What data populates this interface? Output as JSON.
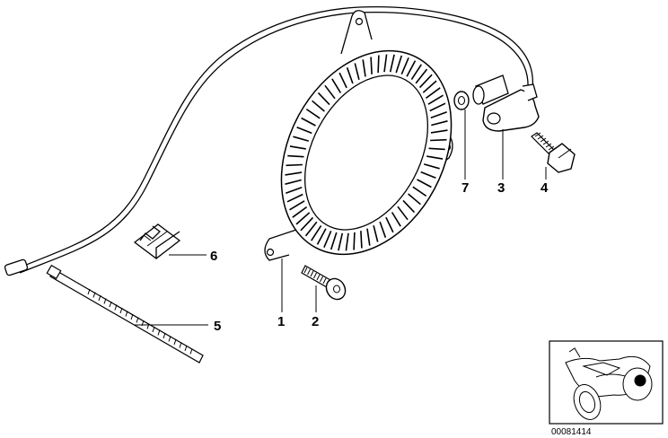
{
  "callouts": [
    {
      "id": "1",
      "label": "1"
    },
    {
      "id": "2",
      "label": "2"
    },
    {
      "id": "3",
      "label": "3"
    },
    {
      "id": "4",
      "label": "4"
    },
    {
      "id": "5",
      "label": "5"
    },
    {
      "id": "6",
      "label": "6"
    },
    {
      "id": "7",
      "label": "7"
    }
  ],
  "reference_number": "00081414"
}
